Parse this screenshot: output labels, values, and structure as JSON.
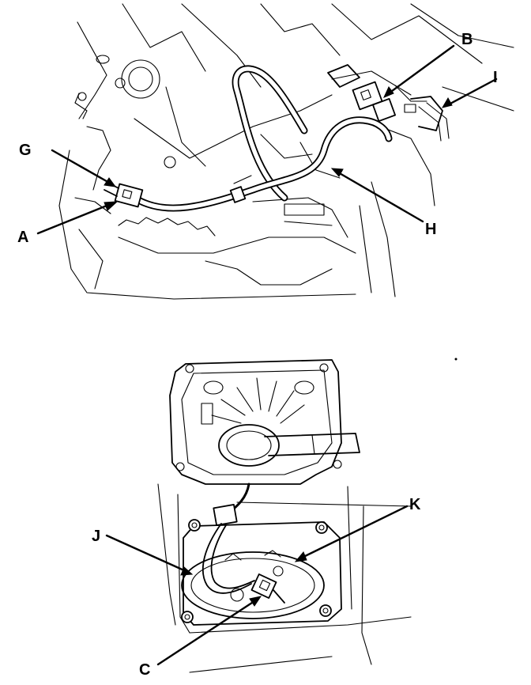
{
  "callouts": {
    "A": "A",
    "B": "B",
    "C": "C",
    "G": "G",
    "H": "H",
    "I": "I",
    "J": "J",
    "K": "K"
  },
  "colors": {
    "ink": "#000000",
    "paper": "#ffffff"
  }
}
